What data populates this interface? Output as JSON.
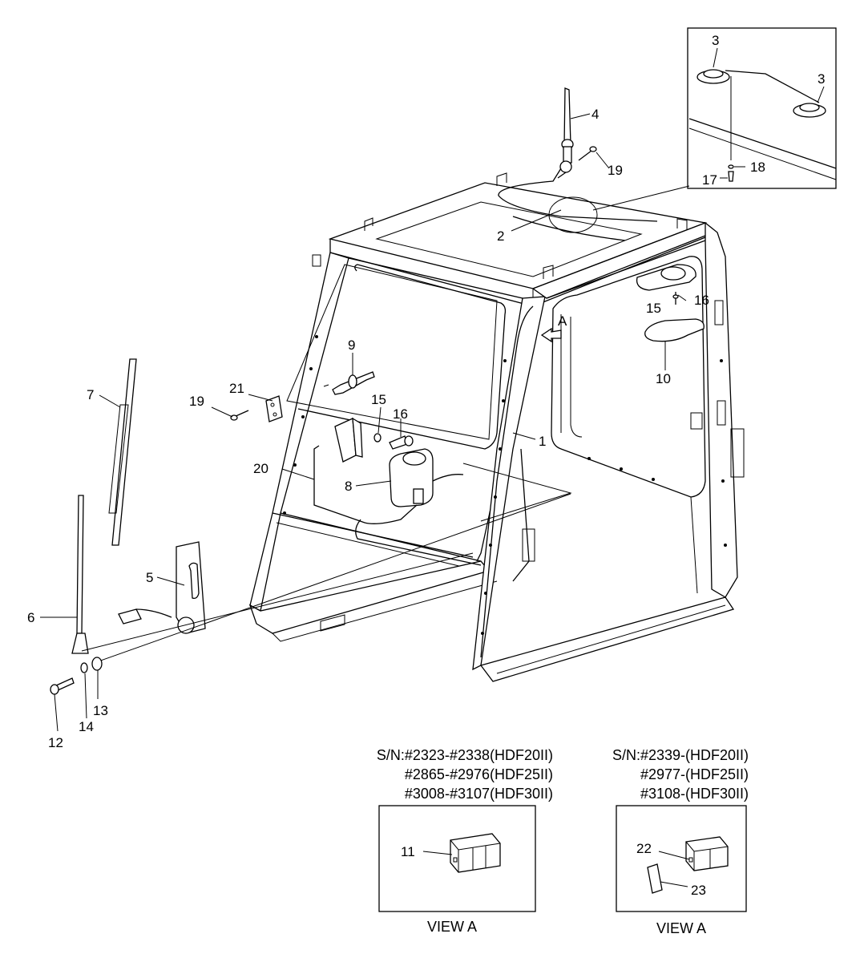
{
  "callouts": [
    "1",
    "2",
    "3",
    "3",
    "4",
    "5",
    "6",
    "7",
    "8",
    "9",
    "10",
    "11",
    "12",
    "13",
    "14",
    "15",
    "15",
    "16",
    "16",
    "17",
    "18",
    "19",
    "19",
    "20",
    "21",
    "22",
    "23"
  ],
  "left_variant": {
    "serial_lines": [
      "S/N:#2323-#2338(HDF20II)",
      "#2865-#2976(HDF25II)",
      "#3008-#3107(HDF30II)"
    ],
    "view_label": "VIEW A"
  },
  "right_variant": {
    "serial_lines": [
      "S/N:#2339-(HDF20II)",
      "#2977-(HDF25II)",
      "#3108-(HDF30II)"
    ],
    "view_label": "VIEW A"
  },
  "view_arrow_letter": "A"
}
